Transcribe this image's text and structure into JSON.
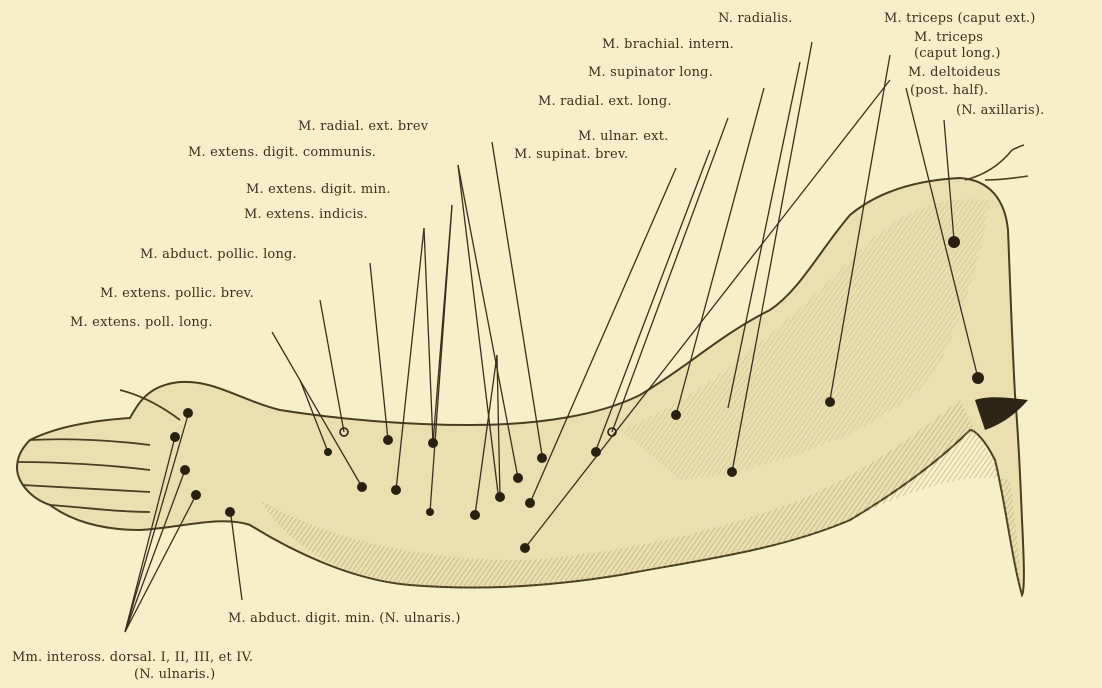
{
  "labels": {
    "n_radialis": "N. radialis.",
    "triceps_ext": "M. triceps (caput ext.)",
    "triceps_long_1": "M. triceps",
    "triceps_long_2": "(caput long.)",
    "deltoideus_1": "M. deltoideus",
    "deltoideus_2": "(post. half).",
    "deltoideus_3": "(N. axillaris).",
    "brachial_intern": "M. brachial. intern.",
    "supinator_long": "M. supinator long.",
    "radial_ext_long": "M. radial. ext. long.",
    "ulnar_ext": "M. ulnar. ext.",
    "supinat_brev": "M. supinat. brev.",
    "radial_ext_brev": "M. radial. ext. brev",
    "extens_digit_communis": "M. extens. digit. communis.",
    "extens_digit_min": "M. extens. digit. min.",
    "extens_indicis": "M. extens. indicis.",
    "abduct_pollic_long": "M. abduct. pollic. long.",
    "extens_pollic_brev": "M. extens. pollic. brev.",
    "extens_poll_long": "M. extens. poll. long.",
    "abduct_digit_min": "M. abduct. digit. min. (N. ulnaris.)",
    "inteross_1": "Mm. inteross. dorsal. I, II, III, et IV.",
    "inteross_2": "(N. ulnaris.)"
  },
  "colors": {
    "paper": "#f7efc9",
    "ink": "#3a2f1c",
    "skin": "#e9ddb0",
    "shade": "#b9a878"
  }
}
